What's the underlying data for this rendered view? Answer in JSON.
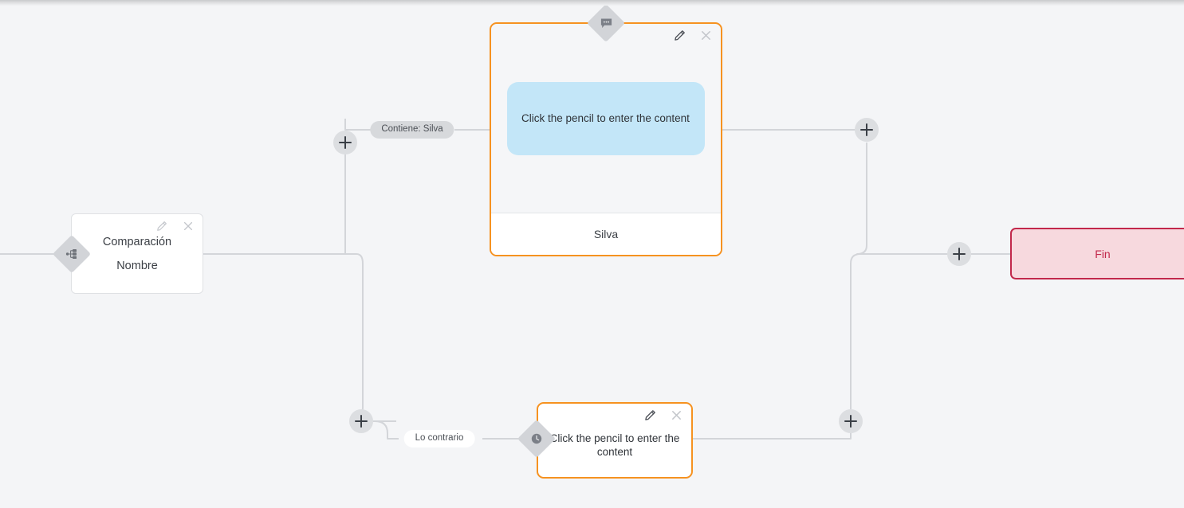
{
  "canvas": {
    "background_color": "#f4f5f7",
    "edge_color": "#d3d5d9",
    "accent_orange": "#f69220",
    "accent_red": "#c2284b",
    "bubble_blue": "#c3e6f8"
  },
  "nodes": {
    "comparacion": {
      "title": "Comparación",
      "subtitle": "Nombre",
      "badge_icon": "branch-split-icon",
      "edit_label": "pencil-icon",
      "close_label": "close-icon"
    },
    "message_top": {
      "badge_icon": "chat-bubble-icon",
      "bubble_text": "Click the pencil to enter the content",
      "footer_label": "Silva",
      "edit_label": "pencil-icon",
      "close_label": "close-icon"
    },
    "message_bottom": {
      "badge_icon": "clock-icon",
      "bubble_text": "Click the pencil to enter the content",
      "edit_label": "pencil-icon",
      "close_label": "close-icon"
    },
    "fin": {
      "label": "Fin"
    }
  },
  "edge_labels": {
    "contiene_silva": "Contiene: Silva",
    "lo_contrario": "Lo contrario"
  },
  "add_buttons": {
    "label": "+",
    "branch_true": "add-step-branch-true",
    "branch_false": "add-step-branch-false",
    "merge_true": "add-step-merge-true",
    "merge_false": "add-step-merge-false",
    "before_end": "add-step-before-end"
  }
}
